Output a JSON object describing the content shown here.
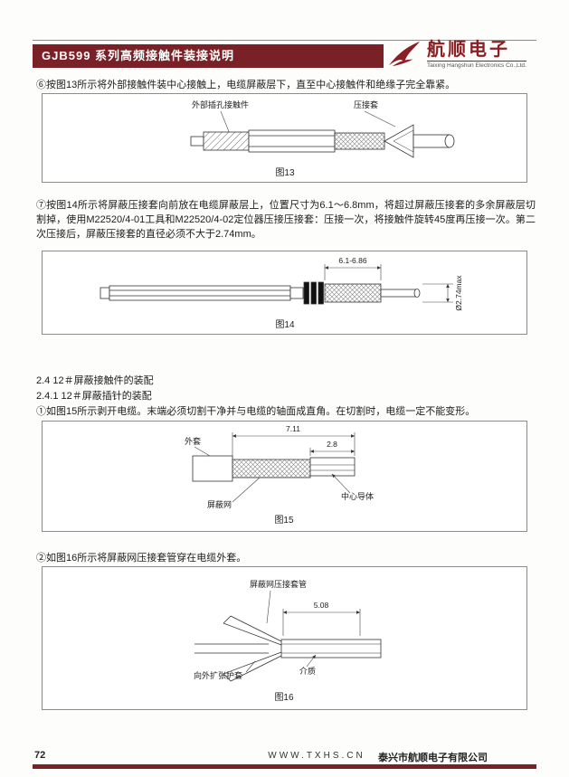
{
  "header": {
    "title": "GJB599 系列高频接触件装接说明",
    "brand": "航顺电子",
    "brand_sub": "Taixing Hangshun Electronics Co.,Ltd."
  },
  "body": {
    "step6": "⑥按图13所示将外部接触件装中心接触上，电缆屏蔽层下，直至中心接触件和绝缘子完全靠紧。",
    "step7": "⑦按图14所示将屏蔽压接套向前放在电缆屏蔽层上，位置尺寸为6.1～6.8mm，将超过屏蔽压接套的多余屏蔽层切割掉，使用M22520/4-01工具和M22520/4-02定位器压接压接套：压接一次，将接触件旋转45度再压接一次。第二次压接后，屏蔽压接套的直径必须不大于2.74mm。",
    "sec_2_4": "2.4 12＃屏蔽接触件的装配",
    "sec_2_4_1": "2.4.1 12＃屏蔽插针的装配",
    "step1": "①如图15所示剥开电缆。末端必须切割干净并与电缆的轴面成直角。在切割时，电缆一定不能变形。",
    "step2": "②如图16所示将屏蔽网压接套管穿在电缆外套。"
  },
  "fig13": {
    "label": "图13",
    "callout_contact": "外部插孔接触件",
    "callout_sleeve": "压接套"
  },
  "fig14": {
    "label": "图14",
    "dim_length": "6.1-6.86",
    "dim_dia": "Ø2.74max"
  },
  "fig15": {
    "label": "图15",
    "callout_jacket": "外套",
    "callout_braid": "屏蔽网",
    "callout_conductor": "中心导体",
    "dim_total": "7.11",
    "dim_tip": "2.8"
  },
  "fig16": {
    "label": "图16",
    "callout_tube": "屏蔽网压接套管",
    "callout_flare": "向外扩张护套",
    "callout_medium": "介质",
    "dim": "5.08"
  },
  "footer": {
    "page_number": "72",
    "website": "WWW.TXHS.CN",
    "company": "泰兴市航顺电子有限公司"
  },
  "colors": {
    "header_maroon": "#7a2127",
    "brand_red": "#8a1f24"
  }
}
